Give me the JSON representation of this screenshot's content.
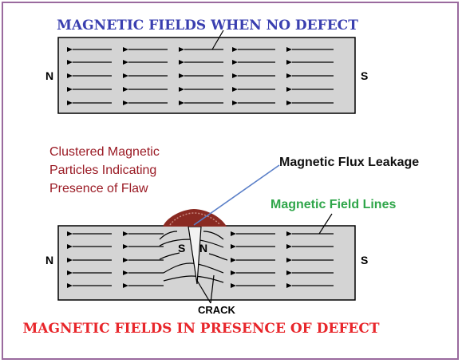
{
  "top_title": "MAGNETIC FIELDS WHEN NO DEFECT",
  "bottom_title": "MAGNETIC FIELDS IN PRESENCE OF DEFECT",
  "top_bar": {
    "pole_left": "N",
    "pole_right": "S"
  },
  "bottom_bar": {
    "pole_left": "N",
    "pole_right": "S",
    "inner_pole_s": "S",
    "inner_pole_n": "N"
  },
  "labels": {
    "clustered_line1": "Clustered Magnetic",
    "clustered_line2": "Particles Indicating",
    "clustered_line3": "Presence of Flaw",
    "flux_leakage": "Magnetic Flux Leakage",
    "field_lines": "Magnetic Field Lines",
    "crack": "CRACK"
  },
  "colors": {
    "top_title": "#3a3fb0",
    "bottom_title": "#e8262b",
    "clustered": "#9a1a24",
    "field_lines": "#2fa64a",
    "flux_leakage": "#111111",
    "bar_fill": "#d4d4d4",
    "frame": "#9a6a9e",
    "pointer_line": "#5a7fc8",
    "particles": "#8a2a22"
  }
}
